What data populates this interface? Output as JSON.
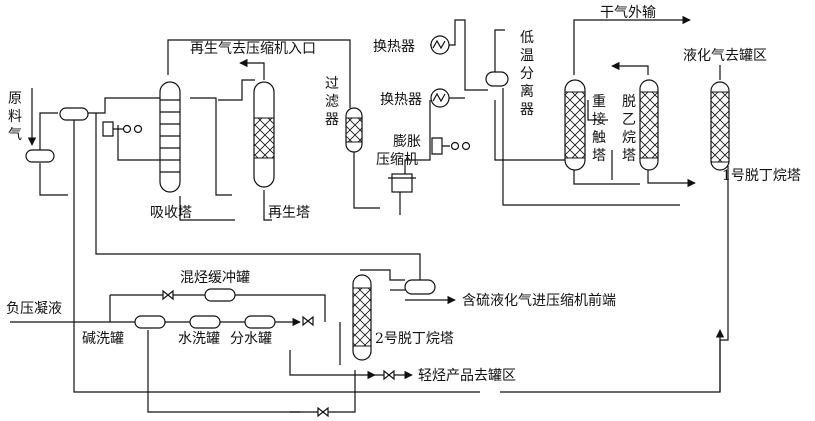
{
  "labels": {
    "raw_gas_1": "原",
    "raw_gas_2": "料",
    "raw_gas_3": "气",
    "regen_gas": "再生气去压缩机入口",
    "absorber": "吸收塔",
    "regenerator": "再生塔",
    "filter_1": "过",
    "filter_2": "滤",
    "filter_3": "器",
    "hx_top": "换热器",
    "hx_mid": "换热器",
    "low_temp_sep_1": "低",
    "low_temp_sep_2": "温",
    "low_temp_sep_3": "分",
    "low_temp_sep_4": "离",
    "low_temp_sep_5": "器",
    "expander_1": "膨胀",
    "expander_2": "压缩机",
    "dry_gas": "干气外输",
    "heavy_contact_1": "重",
    "heavy_contact_2": "接",
    "heavy_contact_3": "触",
    "heavy_contact_4": "塔",
    "deethanizer_1": "脱",
    "deethanizer_2": "乙",
    "deethanizer_3": "烷",
    "deethanizer_4": "塔",
    "lpg_tank": "液化气去罐区",
    "debutanizer1": "1号脱丁烷塔",
    "negative_condensate": "负压凝液",
    "mixed_buffer": "混烃缓冲罐",
    "caustic_wash": "碱洗罐",
    "water_wash": "水洗罐",
    "water_sep": "分水罐",
    "debutanizer2": "2号脱丁烷塔",
    "sulfur_lpg": "含硫液化气进压缩机前端",
    "light_product": "轻烃产品去罐区"
  }
}
